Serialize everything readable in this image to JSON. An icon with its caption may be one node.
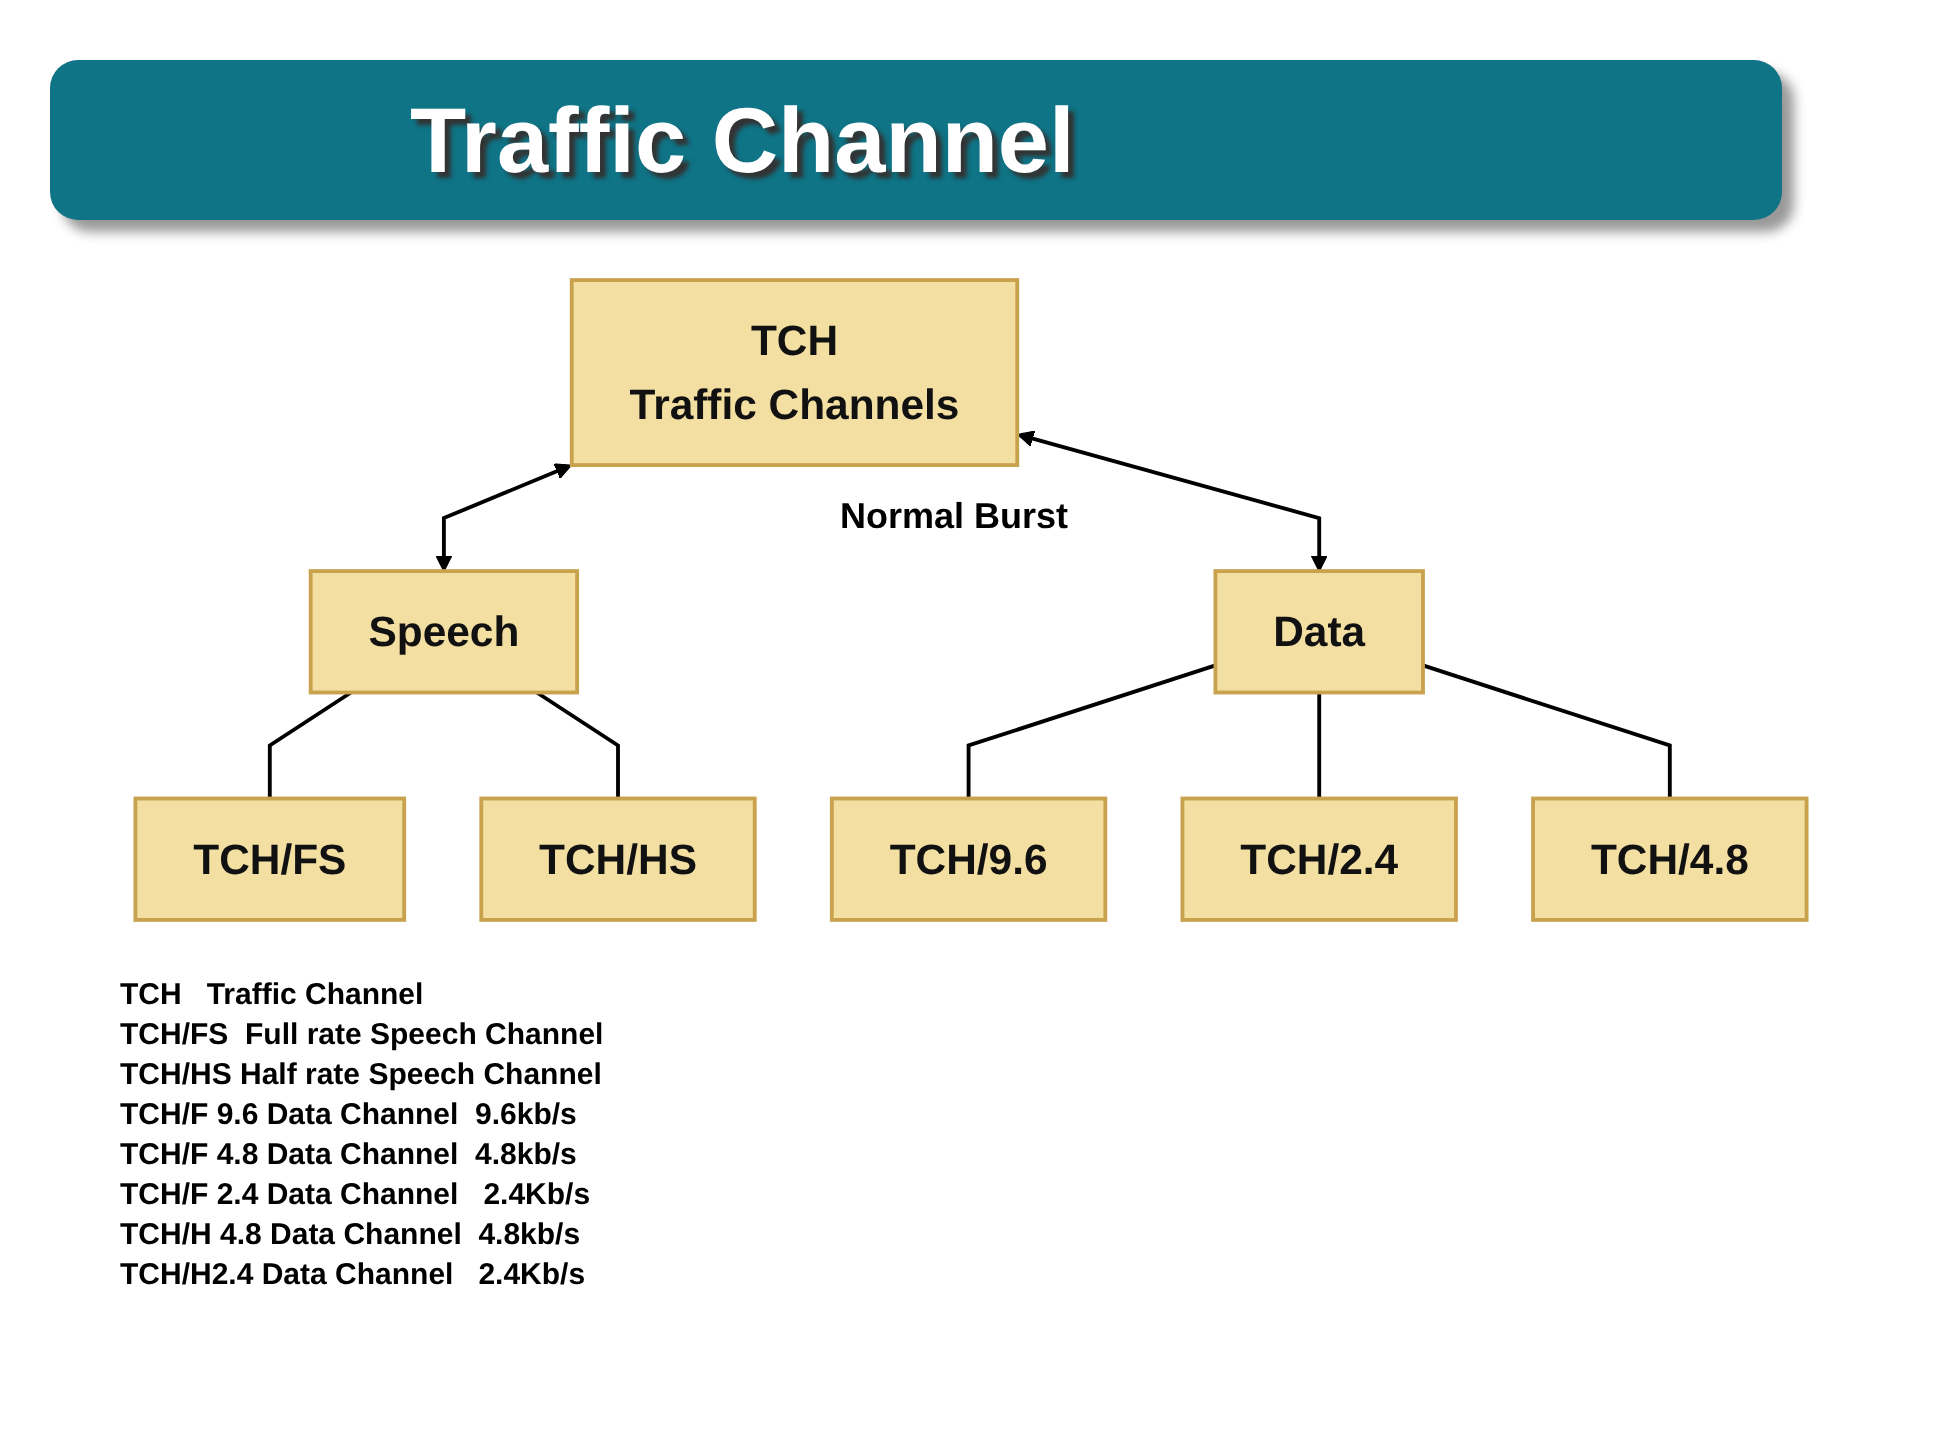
{
  "diagram": {
    "title": "Traffic Channel",
    "nodes": [
      {
        "text": [
          "TCH",
          "Traffic Channels"
        ]
      },
      {
        "text": [
          "Speech"
        ]
      },
      {
        "text": [
          "Data"
        ]
      },
      {
        "text": [
          "TCH/FS"
        ]
      },
      {
        "text": [
          "TCH/HS"
        ]
      },
      {
        "text": [
          "TCH/9.6"
        ]
      },
      {
        "text": [
          "TCH/2.4"
        ]
      },
      {
        "text": [
          "TCH/4.8"
        ]
      }
    ],
    "edges": [
      {
        "from": 0,
        "to": 1,
        "arrow": "both"
      },
      {
        "from": 0,
        "to": 2,
        "arrow": "both"
      },
      {
        "from": 1,
        "to": 3,
        "arrow": "none"
      },
      {
        "from": 1,
        "to": 4,
        "arrow": "none"
      },
      {
        "from": 2,
        "to": 5,
        "arrow": "none"
      },
      {
        "from": 2,
        "to": 6,
        "arrow": "none"
      },
      {
        "from": 2,
        "to": 7,
        "arrow": "none"
      }
    ],
    "labels": [
      "Normal Burst",
      "TCH   Traffic Channel",
      "TCH/FS  Full rate Speech Channel",
      "TCH/HS Half rate Speech Channel",
      "TCH/F 9.6 Data Channel  9.6kb/s",
      "TCH/F 4.8 Data Channel  4.8kb/s",
      "TCH/F 2.4 Data Channel   2.4Kb/s",
      "TCH/H 4.8 Data Channel  4.8kb/s",
      "TCH/H2.4 Data Channel   2.4Kb/s"
    ]
  }
}
